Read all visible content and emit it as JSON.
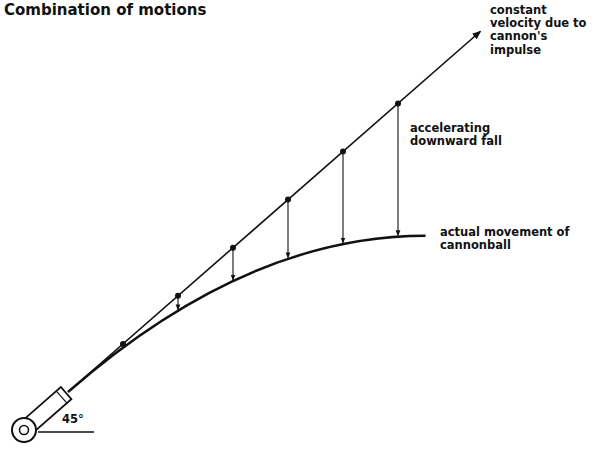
{
  "diagram": {
    "title": "Combination of motions",
    "labels": [
      "constant velocity due to cannon's impulse",
      "accelerating downward fall",
      "actual movement of cannonball",
      "45°"
    ]
  }
}
